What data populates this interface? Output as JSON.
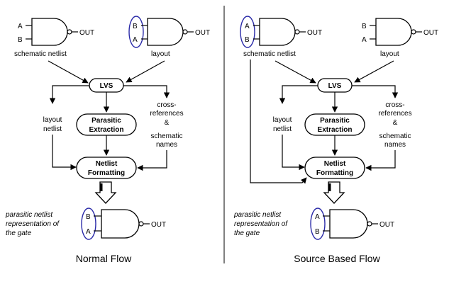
{
  "left": {
    "schematic": {
      "in_top": "A",
      "in_bottom": "B",
      "out": "OUT",
      "caption": "schematic netlist"
    },
    "layout": {
      "in_top": "B",
      "in_bottom": "A",
      "out": "OUT",
      "caption": "layout"
    },
    "lvs": "LVS",
    "layout_netlist": [
      "layout",
      "netlist"
    ],
    "parasitic": [
      "Parasitic",
      "Extraction"
    ],
    "xref": [
      "cross-",
      "references",
      "&",
      "schematic",
      "names"
    ],
    "netlist": [
      "Netlist",
      "Formatting"
    ],
    "parasitic_note": [
      "parasitic netlist",
      "representation of",
      "the gate"
    ],
    "result": {
      "in_top": "B",
      "in_bottom": "A",
      "out": "OUT"
    },
    "title": "Normal Flow"
  },
  "right": {
    "schematic": {
      "in_top": "A",
      "in_bottom": "B",
      "out": "OUT",
      "caption": "schematic netlist"
    },
    "layout": {
      "in_top": "B",
      "in_bottom": "A",
      "out": "OUT",
      "caption": "layout"
    },
    "lvs": "LVS",
    "layout_netlist": [
      "layout",
      "netlist"
    ],
    "parasitic": [
      "Parasitic",
      "Extraction"
    ],
    "xref": [
      "cross-",
      "references",
      "&",
      "schematic",
      "names"
    ],
    "netlist": [
      "Netlist",
      "Formatting"
    ],
    "parasitic_note": [
      "parasitic netlist",
      "representation of",
      "the gate"
    ],
    "result": {
      "in_top": "A",
      "in_bottom": "B",
      "out": "OUT"
    },
    "title": "Source Based Flow"
  },
  "colors": {
    "highlight_ring": "#2a2aa8",
    "line": "#000000"
  }
}
